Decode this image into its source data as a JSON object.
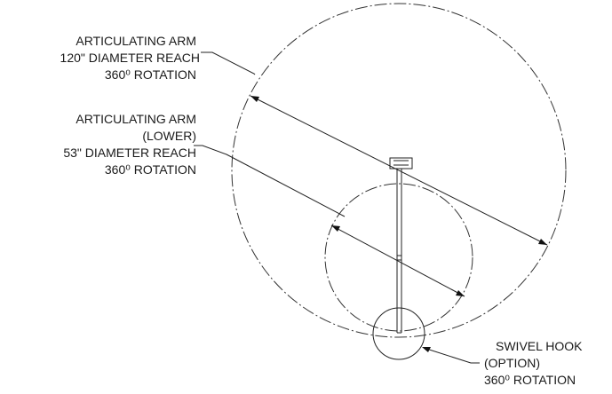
{
  "callouts": {
    "upper_arm": {
      "lines": [
        "ARTICULATING ARM",
        "120\" DIAMETER REACH",
        "360⁰ ROTATION"
      ]
    },
    "lower_arm": {
      "lines": [
        "ARTICULATING ARM",
        "(LOWER)",
        "53\" DIAMETER REACH",
        "360⁰ ROTATION"
      ]
    },
    "swivel_hook": {
      "lines": [
        "SWIVEL HOOK",
        "(OPTION)",
        "360⁰ ROTATION"
      ]
    }
  },
  "line_style": {
    "stroke": "#222222"
  }
}
